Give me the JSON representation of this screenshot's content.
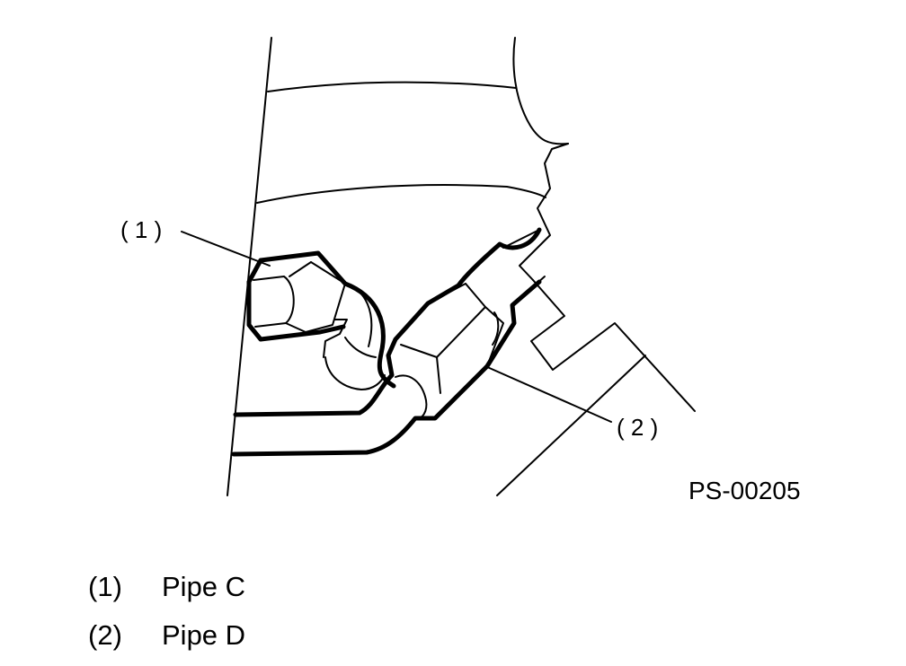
{
  "figure": {
    "callouts": [
      {
        "label": "( 1 )"
      },
      {
        "label": "( 2 )"
      }
    ],
    "figure_id": "PS-00205"
  },
  "legend": [
    {
      "number": "(1)",
      "text": "Pipe C"
    },
    {
      "number": "(2)",
      "text": "Pipe D"
    }
  ]
}
